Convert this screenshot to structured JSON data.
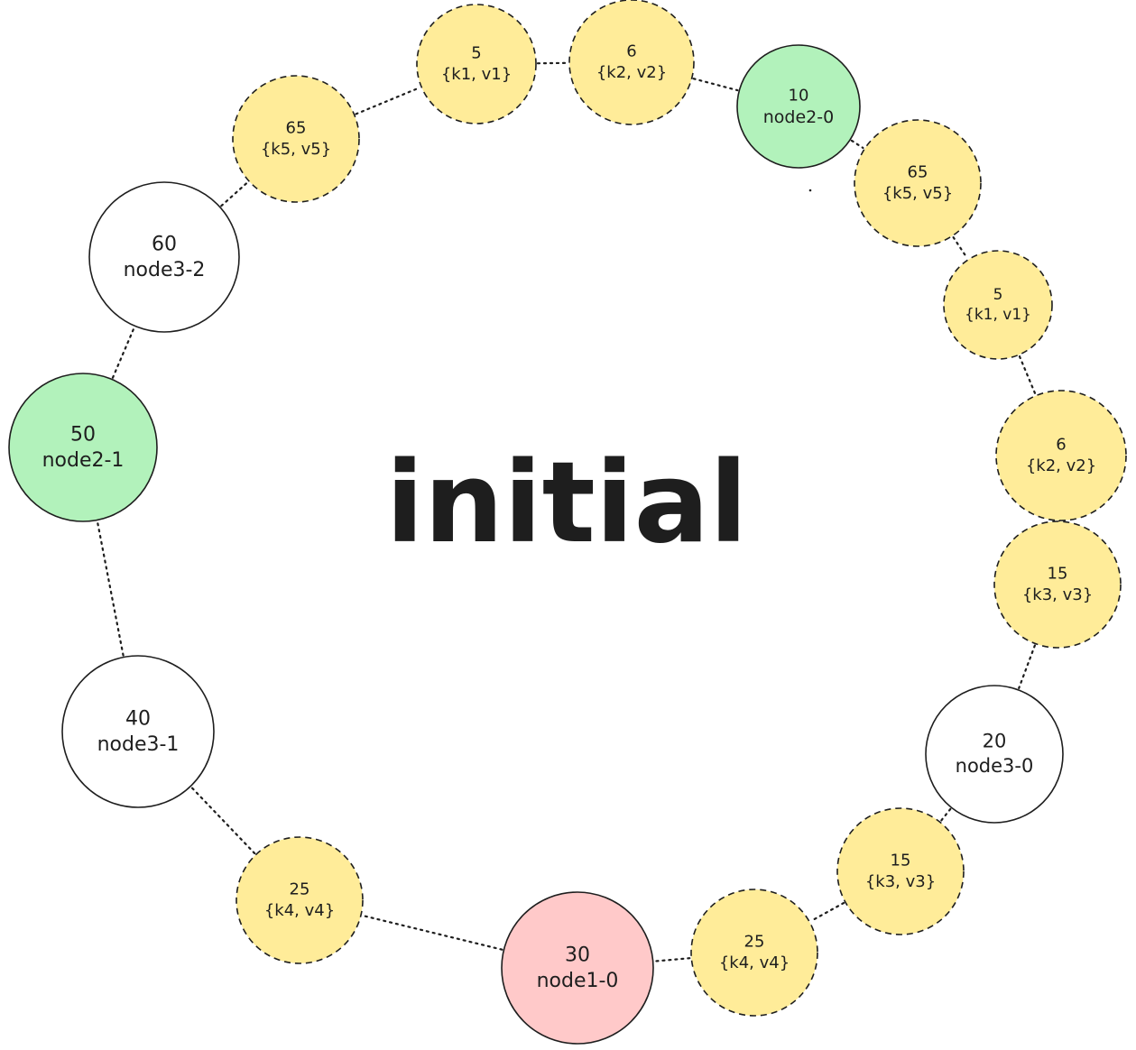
{
  "title": "initial",
  "colors": {
    "stroke": "#1e1e1e",
    "physical_node_red": "#ffc9c9",
    "physical_node_green": "#b2f2bb",
    "physical_node_white": "#ffffff",
    "data_item_yellow": "#ffec99"
  },
  "nodes": [
    {
      "id": "data-5-top",
      "kind": "data",
      "line1": "5",
      "line2": "{k1, v1}"
    },
    {
      "id": "data-6-top",
      "kind": "data",
      "line1": "6",
      "line2": "{k2, v2}"
    },
    {
      "id": "node2-0",
      "kind": "node",
      "line1": "10",
      "line2": "node2-0"
    },
    {
      "id": "data-65-right",
      "kind": "data",
      "line1": "65",
      "line2": "{k5, v5}"
    },
    {
      "id": "data-5-right",
      "kind": "data",
      "line1": "5",
      "line2": "{k1, v1}"
    },
    {
      "id": "data-6-right",
      "kind": "data",
      "line1": "6",
      "line2": "{k2, v2}"
    },
    {
      "id": "data-15-right",
      "kind": "data",
      "line1": "15",
      "line2": "{k3, v3}"
    },
    {
      "id": "node3-0",
      "kind": "node",
      "line1": "20",
      "line2": "node3-0"
    },
    {
      "id": "data-15-bottom",
      "kind": "data",
      "line1": "15",
      "line2": "{k3, v3}"
    },
    {
      "id": "data-25-bottom-right",
      "kind": "data",
      "line1": "25",
      "line2": "{k4, v4}"
    },
    {
      "id": "node1-0",
      "kind": "node",
      "line1": "30",
      "line2": "node1-0"
    },
    {
      "id": "data-25-bottom-left",
      "kind": "data",
      "line1": "25",
      "line2": "{k4, v4}"
    },
    {
      "id": "node3-1",
      "kind": "node",
      "line1": "40",
      "line2": "node3-1"
    },
    {
      "id": "node2-1",
      "kind": "node",
      "line1": "50",
      "line2": "node2-1"
    },
    {
      "id": "node3-2",
      "kind": "node",
      "line1": "60",
      "line2": "node3-2"
    },
    {
      "id": "data-65-top-left",
      "kind": "data",
      "line1": "65",
      "line2": "{k5, v5}"
    }
  ]
}
